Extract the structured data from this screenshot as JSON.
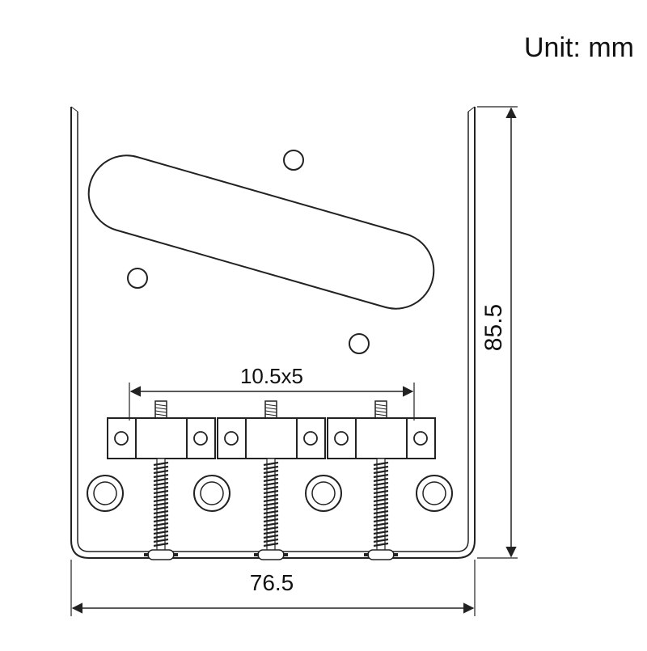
{
  "diagram": {
    "unit_label": "Unit: mm",
    "dimensions": {
      "height": "85.5",
      "width": "76.5",
      "saddle_spacing": "10.5x5"
    },
    "colors": {
      "line": "#222222",
      "background": "#ffffff"
    }
  }
}
